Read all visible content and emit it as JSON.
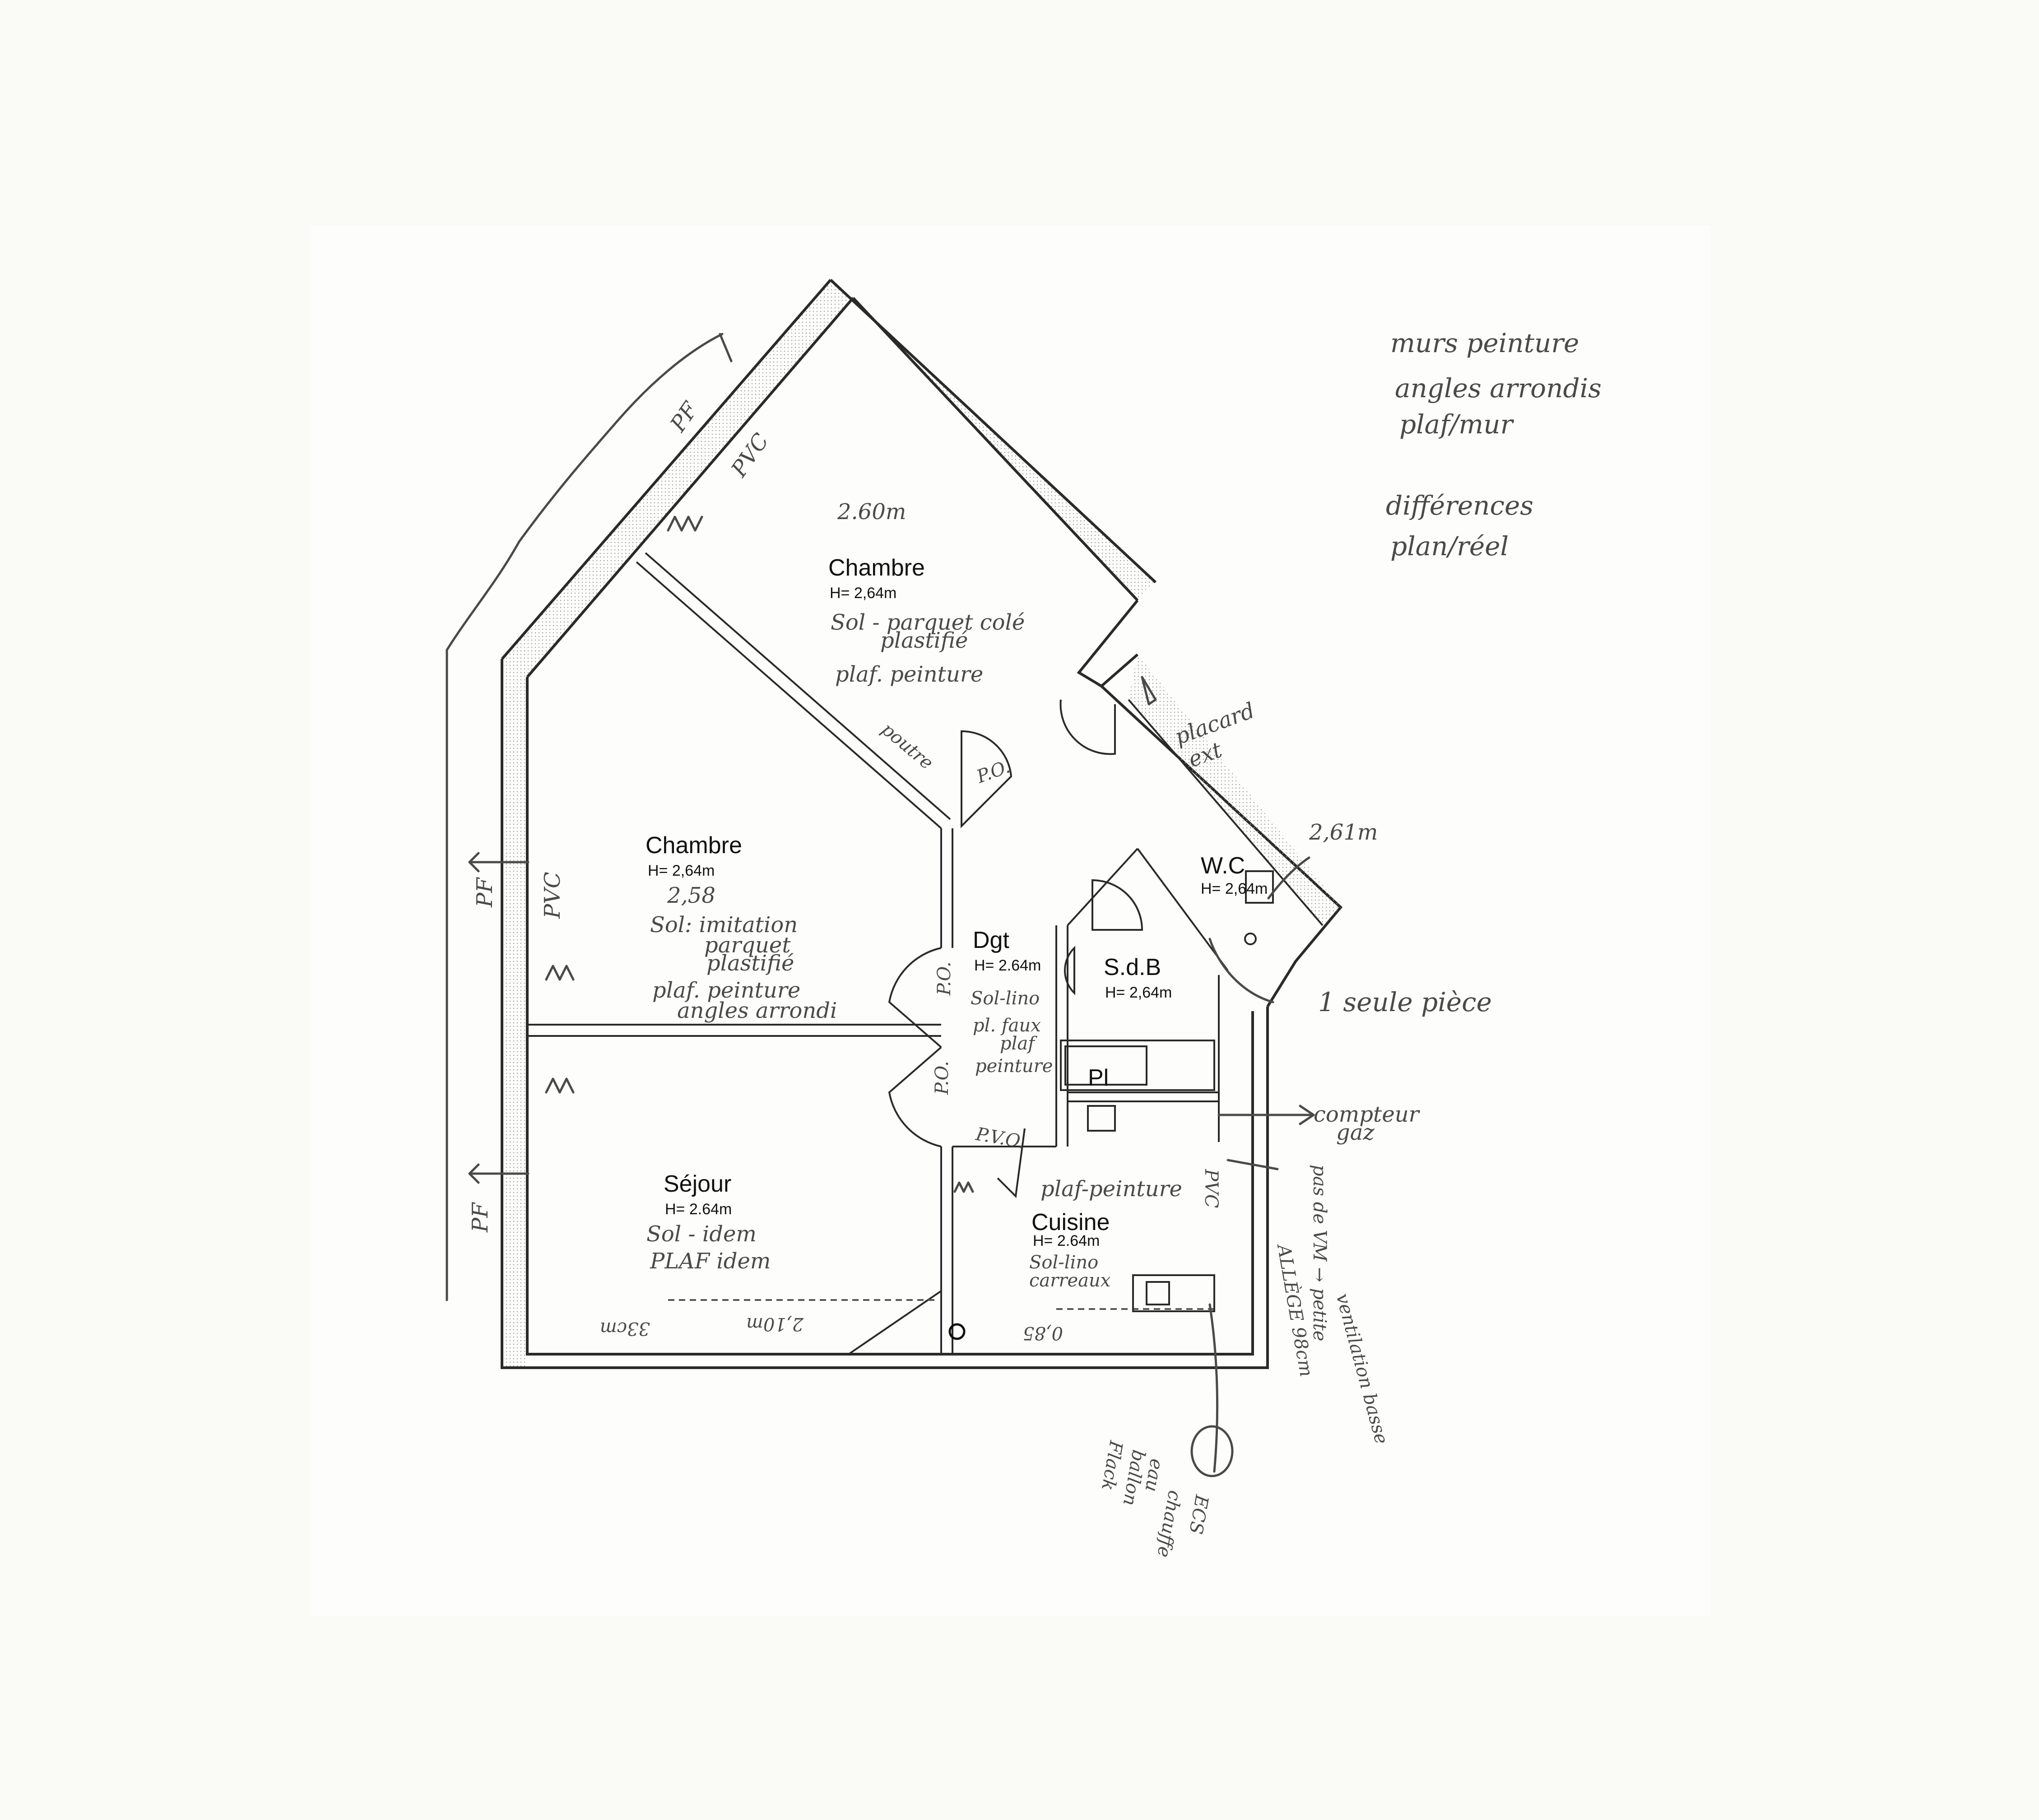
{
  "rooms": {
    "chambre_1": {
      "name": "Chambre",
      "height": "H= 2,64m",
      "measured_height": "2.60m",
      "notes": [
        "Sol - parquet colé",
        "plastifié",
        "plaf. peinture"
      ]
    },
    "chambre_2": {
      "name": "Chambre",
      "height": "H= 2,64m",
      "measured_height": "2,58",
      "notes": [
        "Sol: imitation",
        "parquet",
        "plastifié",
        "plaf. peinture",
        "angles arrondi"
      ]
    },
    "sejour": {
      "name": "Séjour",
      "height": "H= 2.64m",
      "notes": [
        "Sol - idem",
        "PLAF idem"
      ]
    },
    "dgt": {
      "name": "Dgt",
      "height": "H= 2.64m",
      "notes": [
        "Sol-lino",
        "pl. faux",
        "plaf",
        "peinture"
      ]
    },
    "sdb": {
      "name": "S.d.B",
      "height": "H= 2,64m"
    },
    "wc": {
      "name": "W.C",
      "height": "H= 2,64m",
      "measured_height": "2,61m"
    },
    "cuisine": {
      "name": "Cuisine",
      "height": "H= 2.64m",
      "notes": [
        "plaf-peinture",
        "Sol-lino",
        "carreaux"
      ]
    },
    "pl": {
      "name": "Pl"
    }
  },
  "labels": {
    "pf": "PF",
    "pvc": "PVC",
    "po": "P.O.",
    "pvo": "P.V.O.",
    "poutre": "poutre",
    "placard": "placard",
    "placard_2": "ext",
    "compteur": "compteur",
    "compteur_2": "gaz",
    "seule_piece": "1 seule pièce",
    "dim_1": "2,10m",
    "dim_2": "33cm",
    "dim_3": "0,85",
    "vmc": "pas de VM → petite",
    "vmc_2": "ventilation basse",
    "allege": "ALLÈGE 98cm",
    "ecs": "ECS",
    "ecs_2": "chauffe",
    "ecs_3": "eau",
    "ecs_4": "ballon",
    "ecs_5": "Flack"
  },
  "notes": {
    "line_1": "murs peinture",
    "line_2": "angles arrondis",
    "line_3": "plaf/mur",
    "line_4": "différences",
    "line_5": "plan/réel"
  }
}
